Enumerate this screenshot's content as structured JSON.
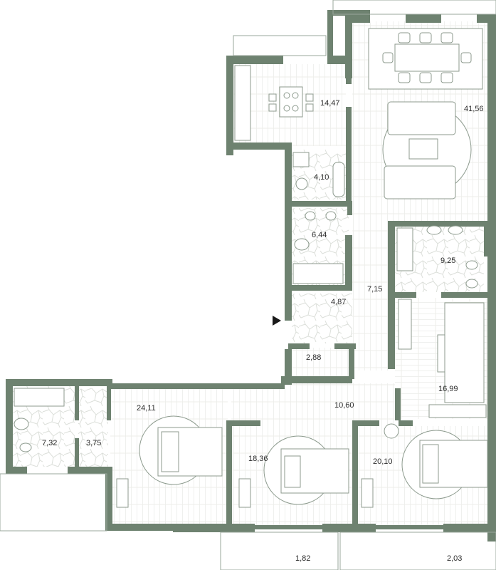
{
  "rooms": [
    {
      "id": "kitchen",
      "area": "14,47"
    },
    {
      "id": "living",
      "area": "41,56"
    },
    {
      "id": "wc-small",
      "area": "4,10"
    },
    {
      "id": "bath-1",
      "area": "6,44"
    },
    {
      "id": "hall-upper",
      "area": "7,15"
    },
    {
      "id": "bath-master",
      "area": "9,25"
    },
    {
      "id": "entry",
      "area": "4,87"
    },
    {
      "id": "storage",
      "area": "2,88"
    },
    {
      "id": "wardrobe",
      "area": "16,99"
    },
    {
      "id": "hall-lower",
      "area": "10,60"
    },
    {
      "id": "bedroom-1",
      "area": "24,11"
    },
    {
      "id": "bath-2",
      "area": "7,32"
    },
    {
      "id": "closet",
      "area": "3,75"
    },
    {
      "id": "bedroom-2",
      "area": "18,36"
    },
    {
      "id": "bedroom-3",
      "area": "20,10"
    },
    {
      "id": "balcony-1",
      "area": "1,82"
    },
    {
      "id": "balcony-2",
      "area": "2,03"
    }
  ],
  "colors": {
    "wall": "#6e8270",
    "floor_lines": "#d8dcd6",
    "background": "#ffffff"
  },
  "icons": {
    "entrance": "entrance-arrow-icon"
  }
}
